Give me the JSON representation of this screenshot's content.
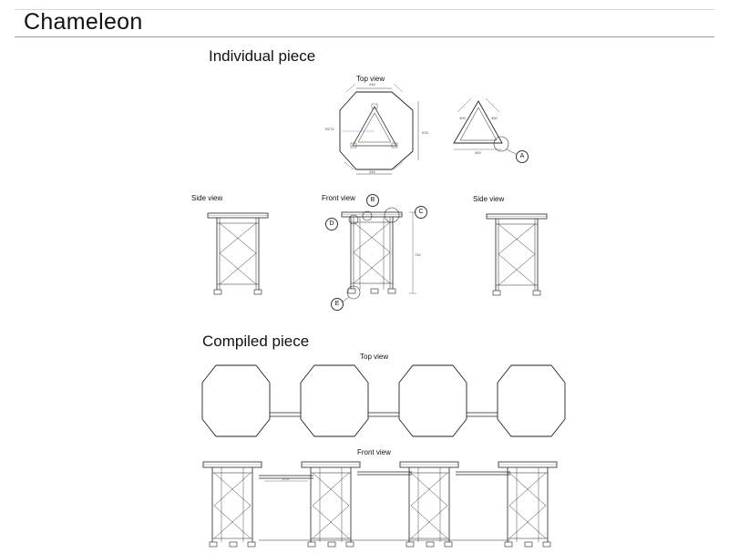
{
  "page": {
    "title": "Chameleon"
  },
  "sections": {
    "individual": {
      "title": "Individual piece",
      "top_view_label": "Top view",
      "side_view_left_label": "Side view",
      "front_view_label": "Front view",
      "side_view_right_label": "Side view"
    },
    "compiled": {
      "title": "Compiled piece",
      "top_view_label": "Top view",
      "front_view_label": "Front view"
    }
  },
  "callouts": {
    "a": "A",
    "b": "B",
    "c": "C",
    "d": "D",
    "e": "E"
  },
  "dimensions": {
    "oct_top": "246",
    "oct_bottom": "246",
    "oct_left_diag": "R274",
    "oct_right": "576",
    "tri_left": "400",
    "tri_right": "400",
    "tri_bottom": "400",
    "front_height": "742",
    "compiled_gap": "470"
  }
}
